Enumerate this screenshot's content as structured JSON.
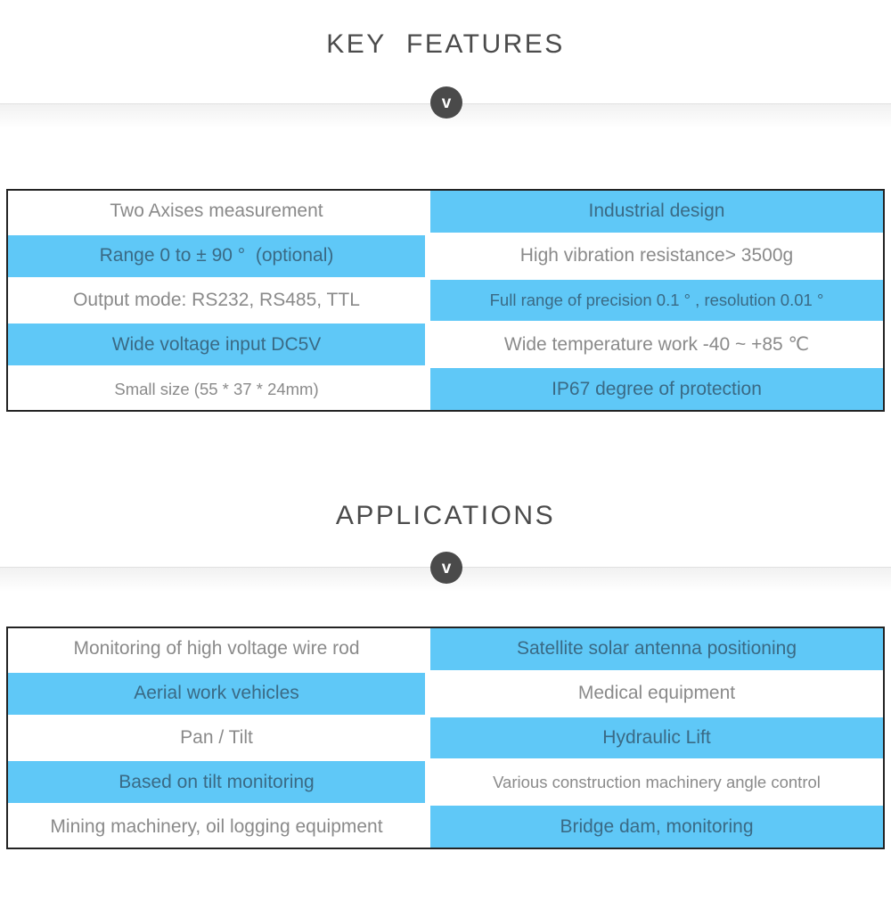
{
  "colors": {
    "background": "#ffffff",
    "cell_blue": "#5fc8f7",
    "blue_cell_text": "#3a6a85",
    "white_cell_text": "#8a8a8a",
    "title_text": "#4b4b4b",
    "table_border": "#232323",
    "chevron_circle": "#4a4a4a",
    "divider_line": "#e0e0e0"
  },
  "sections": [
    {
      "title": "KEY FEATURES",
      "chevron": "v",
      "table": {
        "rows": [
          {
            "left": {
              "text": "Two Axises measurement",
              "variant": "white"
            },
            "right": {
              "text": "Industrial design",
              "variant": "blue"
            }
          },
          {
            "left": {
              "text": "Range 0 to ± 90 °  (optional)",
              "variant": "blue"
            },
            "right": {
              "text": "High vibration resistance> 3500g",
              "variant": "white"
            }
          },
          {
            "left": {
              "text": "Output mode: RS232, RS485, TTL",
              "variant": "white"
            },
            "right": {
              "text": "Full range of precision 0.1 ° , resolution 0.01 °",
              "variant": "blue-sm"
            }
          },
          {
            "left": {
              "text": "Wide voltage input DC5V",
              "variant": "blue"
            },
            "right": {
              "text": "Wide temperature work -40 ~ +85 ℃",
              "variant": "white"
            }
          },
          {
            "left": {
              "text": "Small size (55 * 37 * 24mm)",
              "variant": "white-sm"
            },
            "right": {
              "text": "IP67 degree of protection",
              "variant": "blue"
            }
          }
        ]
      }
    },
    {
      "title": "APPLICATIONS",
      "chevron": "v",
      "table": {
        "rows": [
          {
            "left": {
              "text": "Monitoring of high voltage wire rod",
              "variant": "white"
            },
            "right": {
              "text": "Satellite solar antenna positioning",
              "variant": "blue"
            }
          },
          {
            "left": {
              "text": "Aerial work vehicles",
              "variant": "blue"
            },
            "right": {
              "text": "Medical equipment",
              "variant": "white"
            }
          },
          {
            "left": {
              "text": "Pan / Tilt",
              "variant": "white"
            },
            "right": {
              "text": "Hydraulic Lift",
              "variant": "blue"
            }
          },
          {
            "left": {
              "text": "Based on tilt monitoring",
              "variant": "blue"
            },
            "right": {
              "text": "Various construction machinery angle control",
              "variant": "white-sm"
            }
          },
          {
            "left": {
              "text": "Mining machinery, oil logging equipment",
              "variant": "white"
            },
            "right": {
              "text": "Bridge dam, monitoring",
              "variant": "blue"
            }
          }
        ]
      }
    }
  ]
}
